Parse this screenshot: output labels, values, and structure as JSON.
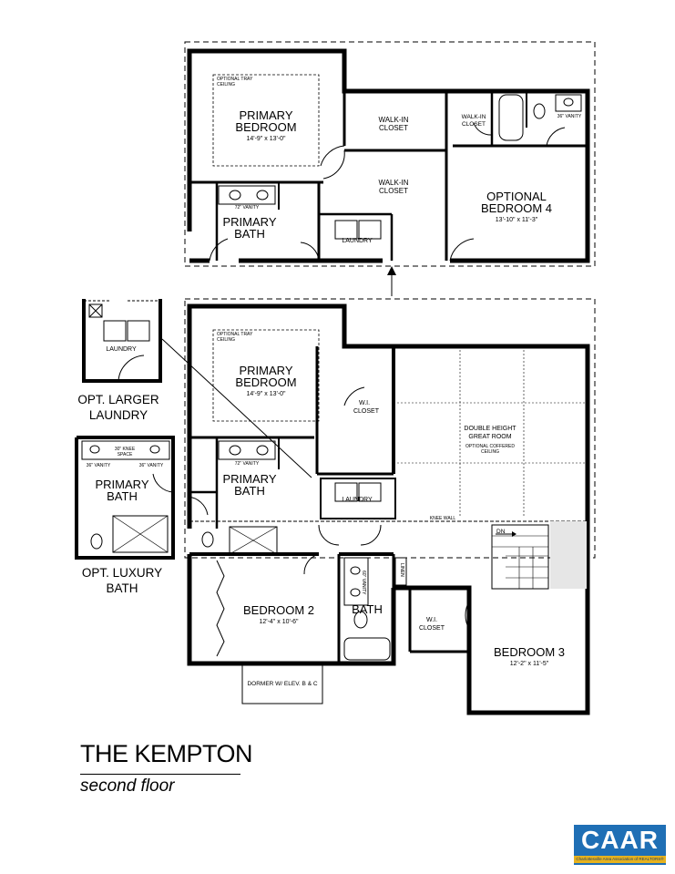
{
  "plan": {
    "title": "THE KEMPTON",
    "subtitle": "second floor",
    "upper_option": {
      "tray_ceiling": [
        "OPTIONAL TRAY",
        "CEILING"
      ],
      "primary_bedroom": [
        "PRIMARY",
        "BEDROOM"
      ],
      "primary_bedroom_dim": "14'-9\" x 13'-0\"",
      "walkin_closet_1": [
        "WALK-IN",
        "CLOSET"
      ],
      "walkin_closet_2": [
        "WALK-IN",
        "CLOSET"
      ],
      "walkin_closet_3": [
        "WALK-IN",
        "CLOSET"
      ],
      "vanity": "72\" VANITY",
      "primary_bath": [
        "PRIMARY",
        "BATH"
      ],
      "laundry": "LAUNDRY",
      "optional_bedroom": [
        "OPTIONAL",
        "BEDROOM 4"
      ],
      "optional_bedroom_dim": "13'-10\" x 11'-3\"",
      "vanity_36": "36\" VANITY"
    },
    "larger_laundry": {
      "laundry": "LAUNDRY",
      "label": [
        "OPT. LARGER",
        "LAUNDRY"
      ]
    },
    "luxury_bath": {
      "vanity_left": "36\" VANITY",
      "knee_space": [
        "30\" KNEE",
        "SPACE"
      ],
      "vanity_right": "36\" VANITY",
      "primary_bath": [
        "PRIMARY",
        "BATH"
      ],
      "label": [
        "OPT. LUXURY",
        "BATH"
      ]
    },
    "main": {
      "tray_ceiling": [
        "OPTIONAL TRAY",
        "CEILING"
      ],
      "primary_bedroom": [
        "PRIMARY",
        "BEDROOM"
      ],
      "primary_bedroom_dim": "14'-9\" x 13'-0\"",
      "wi_closet": [
        "W.I.",
        "CLOSET"
      ],
      "great_room": [
        "DOUBLE HEIGHT",
        "GREAT ROOM"
      ],
      "coffered": [
        "OPTIONAL COFFERED",
        "CEILING"
      ],
      "vanity": "72\" VANITY",
      "primary_bath": [
        "PRIMARY",
        "BATH"
      ],
      "laundry": "LAUNDRY",
      "knee_wall": "KNEE WALL",
      "stairs_dn": "DN",
      "linen": "LINEN",
      "vanity_60": "60\" VANITY",
      "bedroom2": "BEDROOM 2",
      "bedroom2_dim": "12'-4\" x 10'-6\"",
      "bath": "BATH",
      "wi_closet2": [
        "W.I.",
        "CLOSET"
      ],
      "bedroom3": "BEDROOM 3",
      "bedroom3_dim": "12'-2\" x 11'-5\"",
      "dormer": "DORMER W/ ELEV. B & C"
    }
  },
  "logo": {
    "brand": "CAAR",
    "tagline": "Charlottesville Area Association of REALTORS®"
  }
}
